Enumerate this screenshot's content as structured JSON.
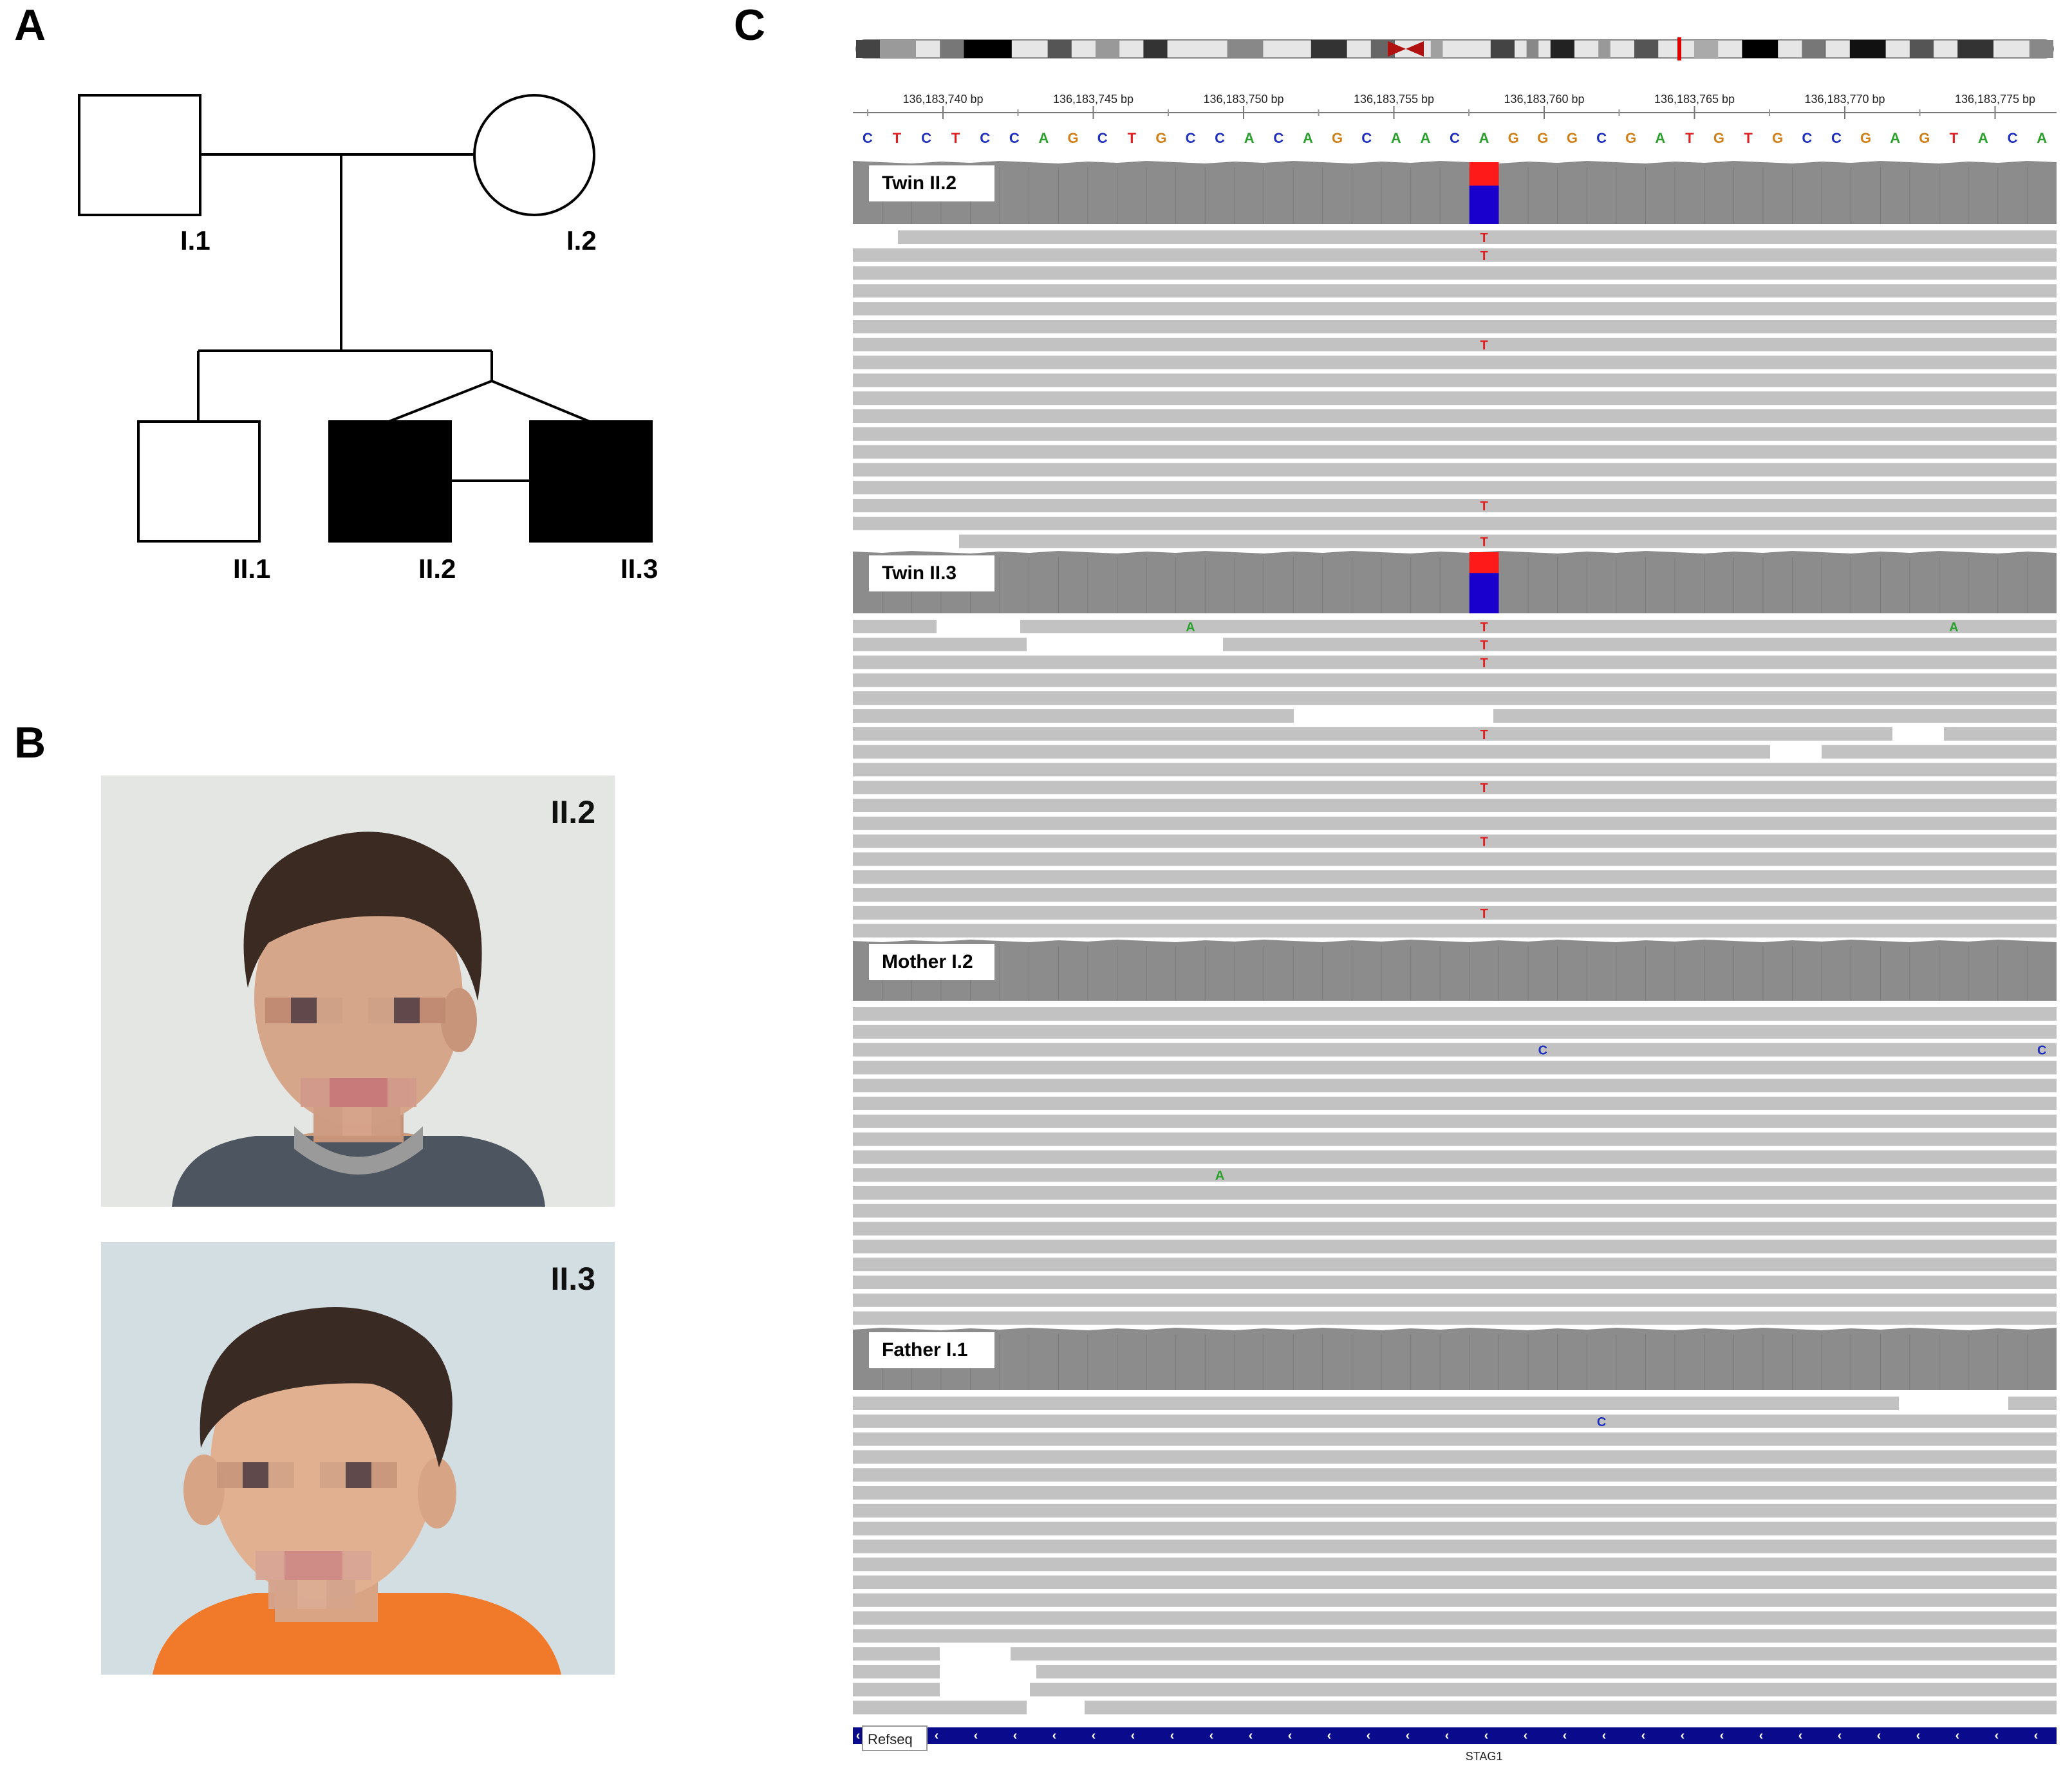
{
  "panels": {
    "a_label": "A",
    "b_label": "B",
    "c_label": "C"
  },
  "pedigree": {
    "individuals": [
      {
        "id": "I.1",
        "sex": "male",
        "affected": false
      },
      {
        "id": "I.2",
        "sex": "female",
        "affected": false
      },
      {
        "id": "II.1",
        "sex": "male",
        "affected": false
      },
      {
        "id": "II.2",
        "sex": "male",
        "affected": true
      },
      {
        "id": "II.3",
        "sex": "male",
        "affected": true
      }
    ],
    "twins": [
      "II.2",
      "II.3"
    ]
  },
  "photos": [
    {
      "label": "II.2",
      "shirt_color": "#4c5560",
      "background": "#e4e6e3"
    },
    {
      "label": "II.3",
      "shirt_color": "#f07a2a",
      "background": "#d3dee2"
    }
  ],
  "igv": {
    "ruler": {
      "positions": [
        "136,183,740 bp",
        "136,183,745 bp",
        "136,183,750 bp",
        "136,183,755 bp",
        "136,183,760 bp",
        "136,183,765 bp",
        "136,183,770 bp",
        "136,183,775 bp"
      ]
    },
    "reference_sequence": "CTCTCCAGCTGCCACAGCAACAGGGCGATGTGCCGAGTACA",
    "base_colors": {
      "A": "#2ca02c",
      "C": "#1f2fbf",
      "G": "#d17f16",
      "T": "#e02020"
    },
    "tracks": [
      {
        "label": "Twin II.2",
        "variant_allele": "T",
        "coverage_split": {
          "ref_fraction": 0.62,
          "alt_fraction": 0.38
        }
      },
      {
        "label": "Twin II.3",
        "variant_allele": "T",
        "coverage_split": {
          "ref_fraction": 0.66,
          "alt_fraction": 0.34
        }
      },
      {
        "label": "Mother I.2",
        "other_mismatches": [
          "C",
          "A",
          "C"
        ]
      },
      {
        "label": "Father I.1",
        "other_mismatches": [
          "C"
        ]
      }
    ],
    "track_mismatch_letters": {
      "twin1": [
        "T",
        "T",
        "T",
        "T",
        "T"
      ],
      "twin2": [
        "A",
        "T",
        "A",
        "T",
        "T",
        "T",
        "T",
        "T",
        "T"
      ],
      "mother": [
        "C",
        "C",
        "A"
      ],
      "father": [
        "C"
      ]
    },
    "refseq_label": "Refseq",
    "gene_name": "STAG1",
    "colors": {
      "read": "#c2c2c2",
      "coverage": "#8c8c8c",
      "variant_ref": "#1a00cc",
      "variant_alt": "#ff1a1a",
      "refseq_bar": "#0a0a8c"
    }
  }
}
